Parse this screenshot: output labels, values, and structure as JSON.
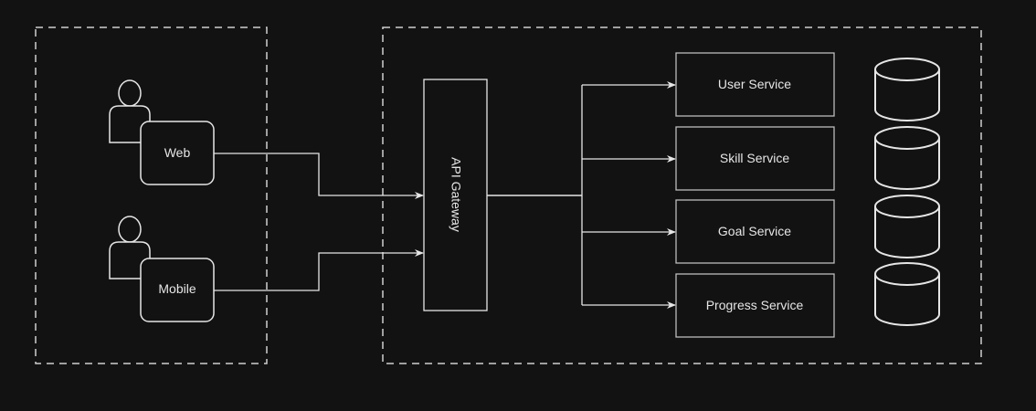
{
  "colors": {
    "background": "#121212",
    "stroke": "#e6e6e6",
    "service_stroke": "#bdbdbd"
  },
  "clients": {
    "web_label": "Web",
    "mobile_label": "Mobile"
  },
  "gateway": {
    "label": "API Gateway"
  },
  "services": [
    {
      "label": "User Service"
    },
    {
      "label": "Skill Service"
    },
    {
      "label": "Goal Service"
    },
    {
      "label": "Progress Service"
    }
  ],
  "icons": {
    "client": "user-icon",
    "database": "database-icon"
  }
}
